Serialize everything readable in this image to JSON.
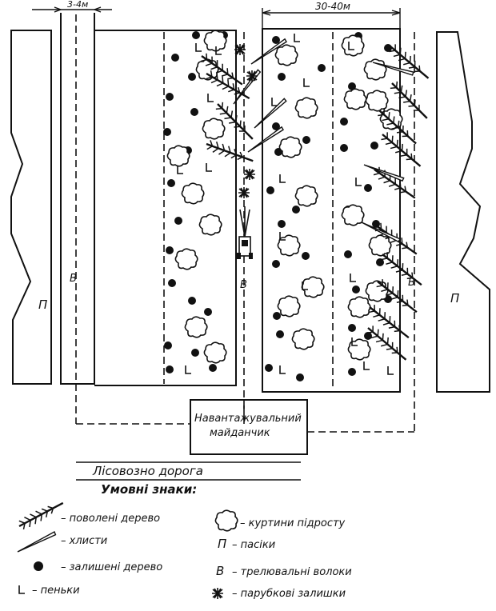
{
  "dimensions": {
    "road_width": "3-4м",
    "strip_width": "30-40м"
  },
  "labels": {
    "strip_letter": "П",
    "skid_trail_letter": "В",
    "loading_area_line1": "Навантажувальний",
    "loading_area_line2": "майданчик",
    "forest_road": "Лісовозно  дорога",
    "legend_title": "Умовні знаки:"
  },
  "legend": {
    "felled_tree": "– поволені дерево",
    "whips": "– хлисти",
    "remaining_tree": "– залишені дерево",
    "stumps": "– пеньки",
    "undergrowth": "– куртини підросту",
    "strips": "– пасіки",
    "skid_trails": "– трелювальні волоки",
    "logging_residue": "– парубкові залишки",
    "sym_strip": "П",
    "sym_trail": "В"
  },
  "colors": {
    "ink": "#111111",
    "paper": "#ffffff"
  }
}
